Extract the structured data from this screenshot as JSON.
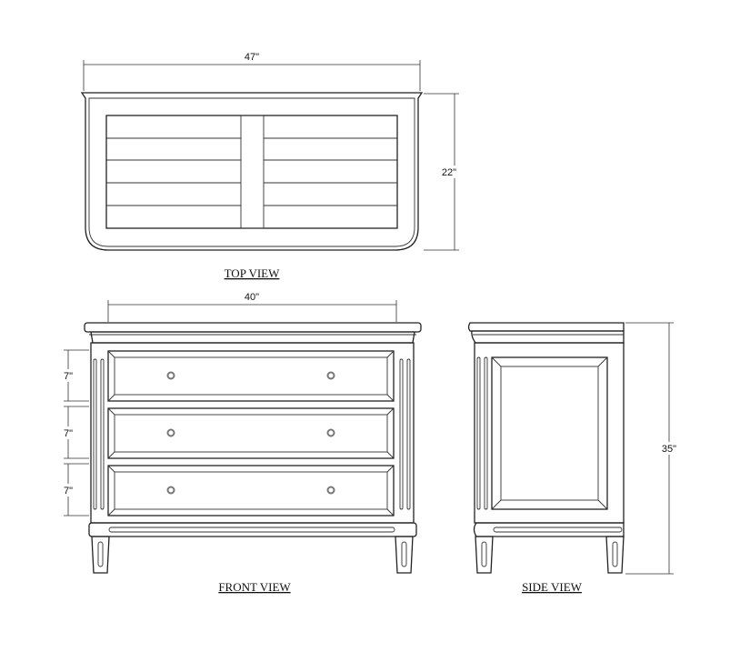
{
  "views": {
    "top": {
      "label": "TOP VIEW",
      "width_label": "47\"",
      "depth_label": "22\""
    },
    "front": {
      "label": "FRONT VIEW",
      "inner_width_label": "40\"",
      "drawer_height_labels": [
        "7\"",
        "7\"",
        "7\""
      ]
    },
    "side": {
      "label": "SIDE VIEW",
      "height_label": "35\""
    }
  },
  "colors": {
    "line": "#222222",
    "knob": "#777777",
    "background": "#ffffff"
  }
}
